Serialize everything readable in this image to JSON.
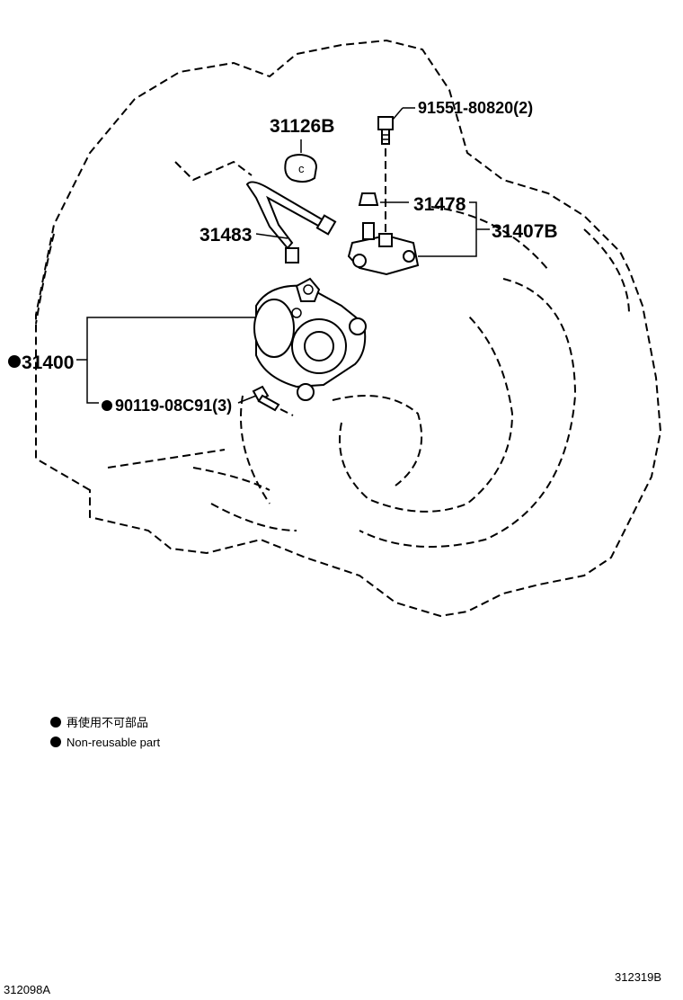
{
  "parts": {
    "p31126B": "31126B",
    "p91551": "91551-80820(2)",
    "p31478": "31478",
    "p31407B": "31407B",
    "p31483": "31483",
    "p31400": "31400",
    "p90119": "90119-08C91(3)"
  },
  "legend": {
    "jp": "再使用不可部品",
    "en": "Non-reusable part"
  },
  "codes": {
    "left": "312098A",
    "right": "312319B"
  }
}
